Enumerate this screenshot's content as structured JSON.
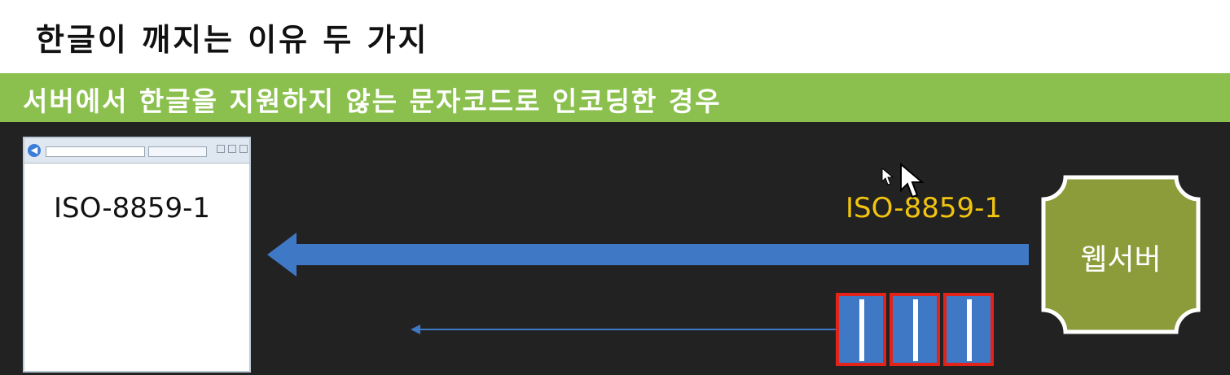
{
  "slide": {
    "title": "한글이 깨지는 이유 두 가지",
    "subtitle": "서버에서 한글을 지원하지 않는 문자코드로 인코딩한 경우"
  },
  "diagram": {
    "browser_text": "ISO-8859-1",
    "charset_label": "ISO-8859-1",
    "server_label": "웹서버",
    "packet_count": 3
  },
  "colors": {
    "subtitle_bar": "#8bc04f",
    "stage_background": "#222222",
    "arrow": "#3f78c4",
    "charset_label": "#f1c40f",
    "packet_border": "#e2231a",
    "server_fill": "#8c9c3a"
  }
}
